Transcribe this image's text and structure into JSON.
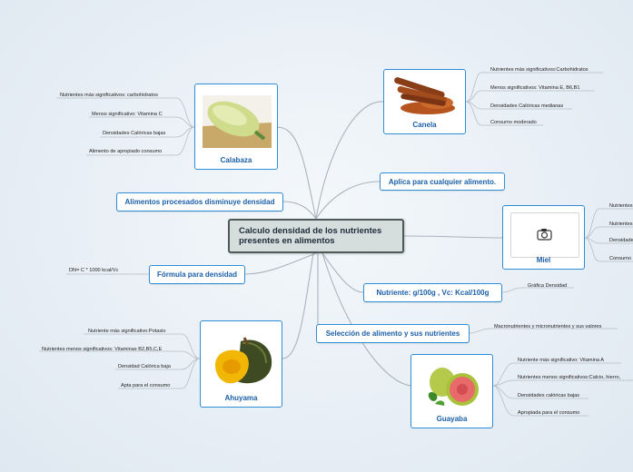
{
  "central": "Calculo densidad de los nutrientes presentes en alimentos",
  "topics": {
    "calabaza": "Calabaza",
    "canela": "Canela",
    "aplica": "Aplica para cualquier alimento.",
    "procesados": "Alimentos procesados disminuye densidad",
    "miel": "Miel",
    "formula": "Fórmula para densidad",
    "nutriente": "Nutriente: g/100g , Vc: Kcal/100g",
    "seleccion": "Selección de alimento y sus nutrientes",
    "ahuyama": "Ahuyama",
    "guayaba": "Guayaba"
  },
  "subtopics": {
    "calabaza": [
      "Nutrientes más significativos: carbohidratos",
      "Menos significativo: Vitamina C",
      "Densidades Calóricas bajas",
      "Alimento de apropiado consumo"
    ],
    "canela": [
      "Nutrientes más significativos:Carbohidratos",
      "Menos significativos: Vitamina E, B6,B1",
      "Densidades Calóricas medianas",
      "Consumo  moderado"
    ],
    "miel": [
      "Nutrientes",
      "Nutrientes",
      "Densidades",
      "Consumo"
    ],
    "formula": [
      "DN= C * 1000 kcal/Vc"
    ],
    "nutriente": [
      "Gráfica Densidad"
    ],
    "seleccion": [
      "Macronutrientes y micronutrientes y sus valores"
    ],
    "ahuyama": [
      "Nutriente más significativo:Potasio",
      "Nutrientes menos significativos: Vitaminas B2,B5,C,E",
      "Densidad Calórica baja",
      "Apta para el consumo"
    ],
    "guayaba": [
      "Nutriente más significativo: Vitamina A",
      "Nutrientes menos significativos:Calcio, hierro,",
      "Densidades calóricas bajas",
      "Apropiada para el consumo"
    ]
  }
}
